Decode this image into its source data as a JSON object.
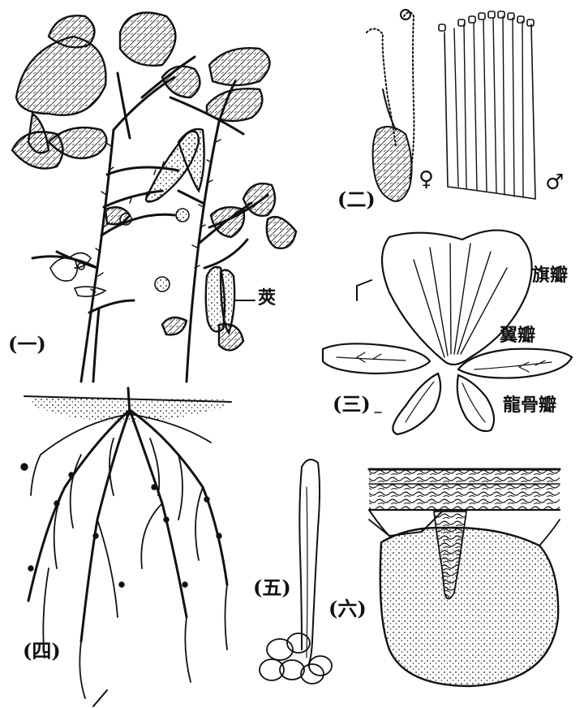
{
  "panels": {
    "p1": "(一)",
    "p2": "(二)",
    "p3": "(三)",
    "p4": "(四)",
    "p5": "(五)",
    "p6": "(六)"
  },
  "labels": {
    "pod": "莢",
    "standard_petal": "旗瓣",
    "wing_petal": "翼瓣",
    "keel_petal": "龍骨瓣"
  },
  "symbols": {
    "female": "♀",
    "male": "♂"
  },
  "colors": {
    "ink": "#111111",
    "paper": "#ffffff"
  }
}
